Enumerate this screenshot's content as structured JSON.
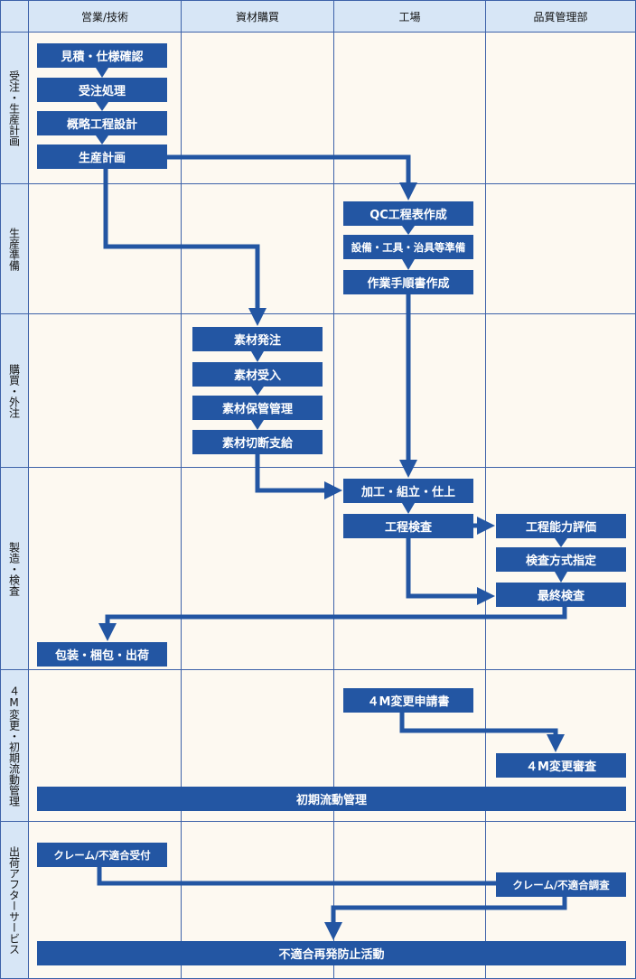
{
  "columns": [
    "営業/技術",
    "資材購買",
    "工場",
    "品質管理部"
  ],
  "lanes": [
    "受注・生産計画",
    "生産準備",
    "購買・外注",
    "製造・検査",
    "４M変更・初期流動管理",
    "出荷アフターサービス"
  ],
  "steps": {
    "s1": "見積・仕様確認",
    "s2": "受注処理",
    "s3": "概略工程設計",
    "s4": "生産計画",
    "s5": "QC工程表作成",
    "s6": "設備・工具・治具等準備",
    "s7": "作業手順書作成",
    "s8": "素材発注",
    "s9": "素材受入",
    "s10": "素材保管管理",
    "s11": "素材切断支給",
    "s12": "加工・組立・仕上",
    "s13": "工程検査",
    "s14": "工程能力評価",
    "s15": "検査方式指定",
    "s16": "最終検査",
    "s17": "包装・梱包・出荷",
    "s18": "４M変更申請書",
    "s19": "４M変更審査",
    "s20": "初期流動管理",
    "s21": "クレーム/不適合受付",
    "s22": "クレーム/不適合調査",
    "s23": "不適合再発防止活動"
  },
  "colors": {
    "box": "#2356a3",
    "header": "#d7e6f6",
    "cell": "#fdf9f1",
    "border": "#3d62a9"
  }
}
